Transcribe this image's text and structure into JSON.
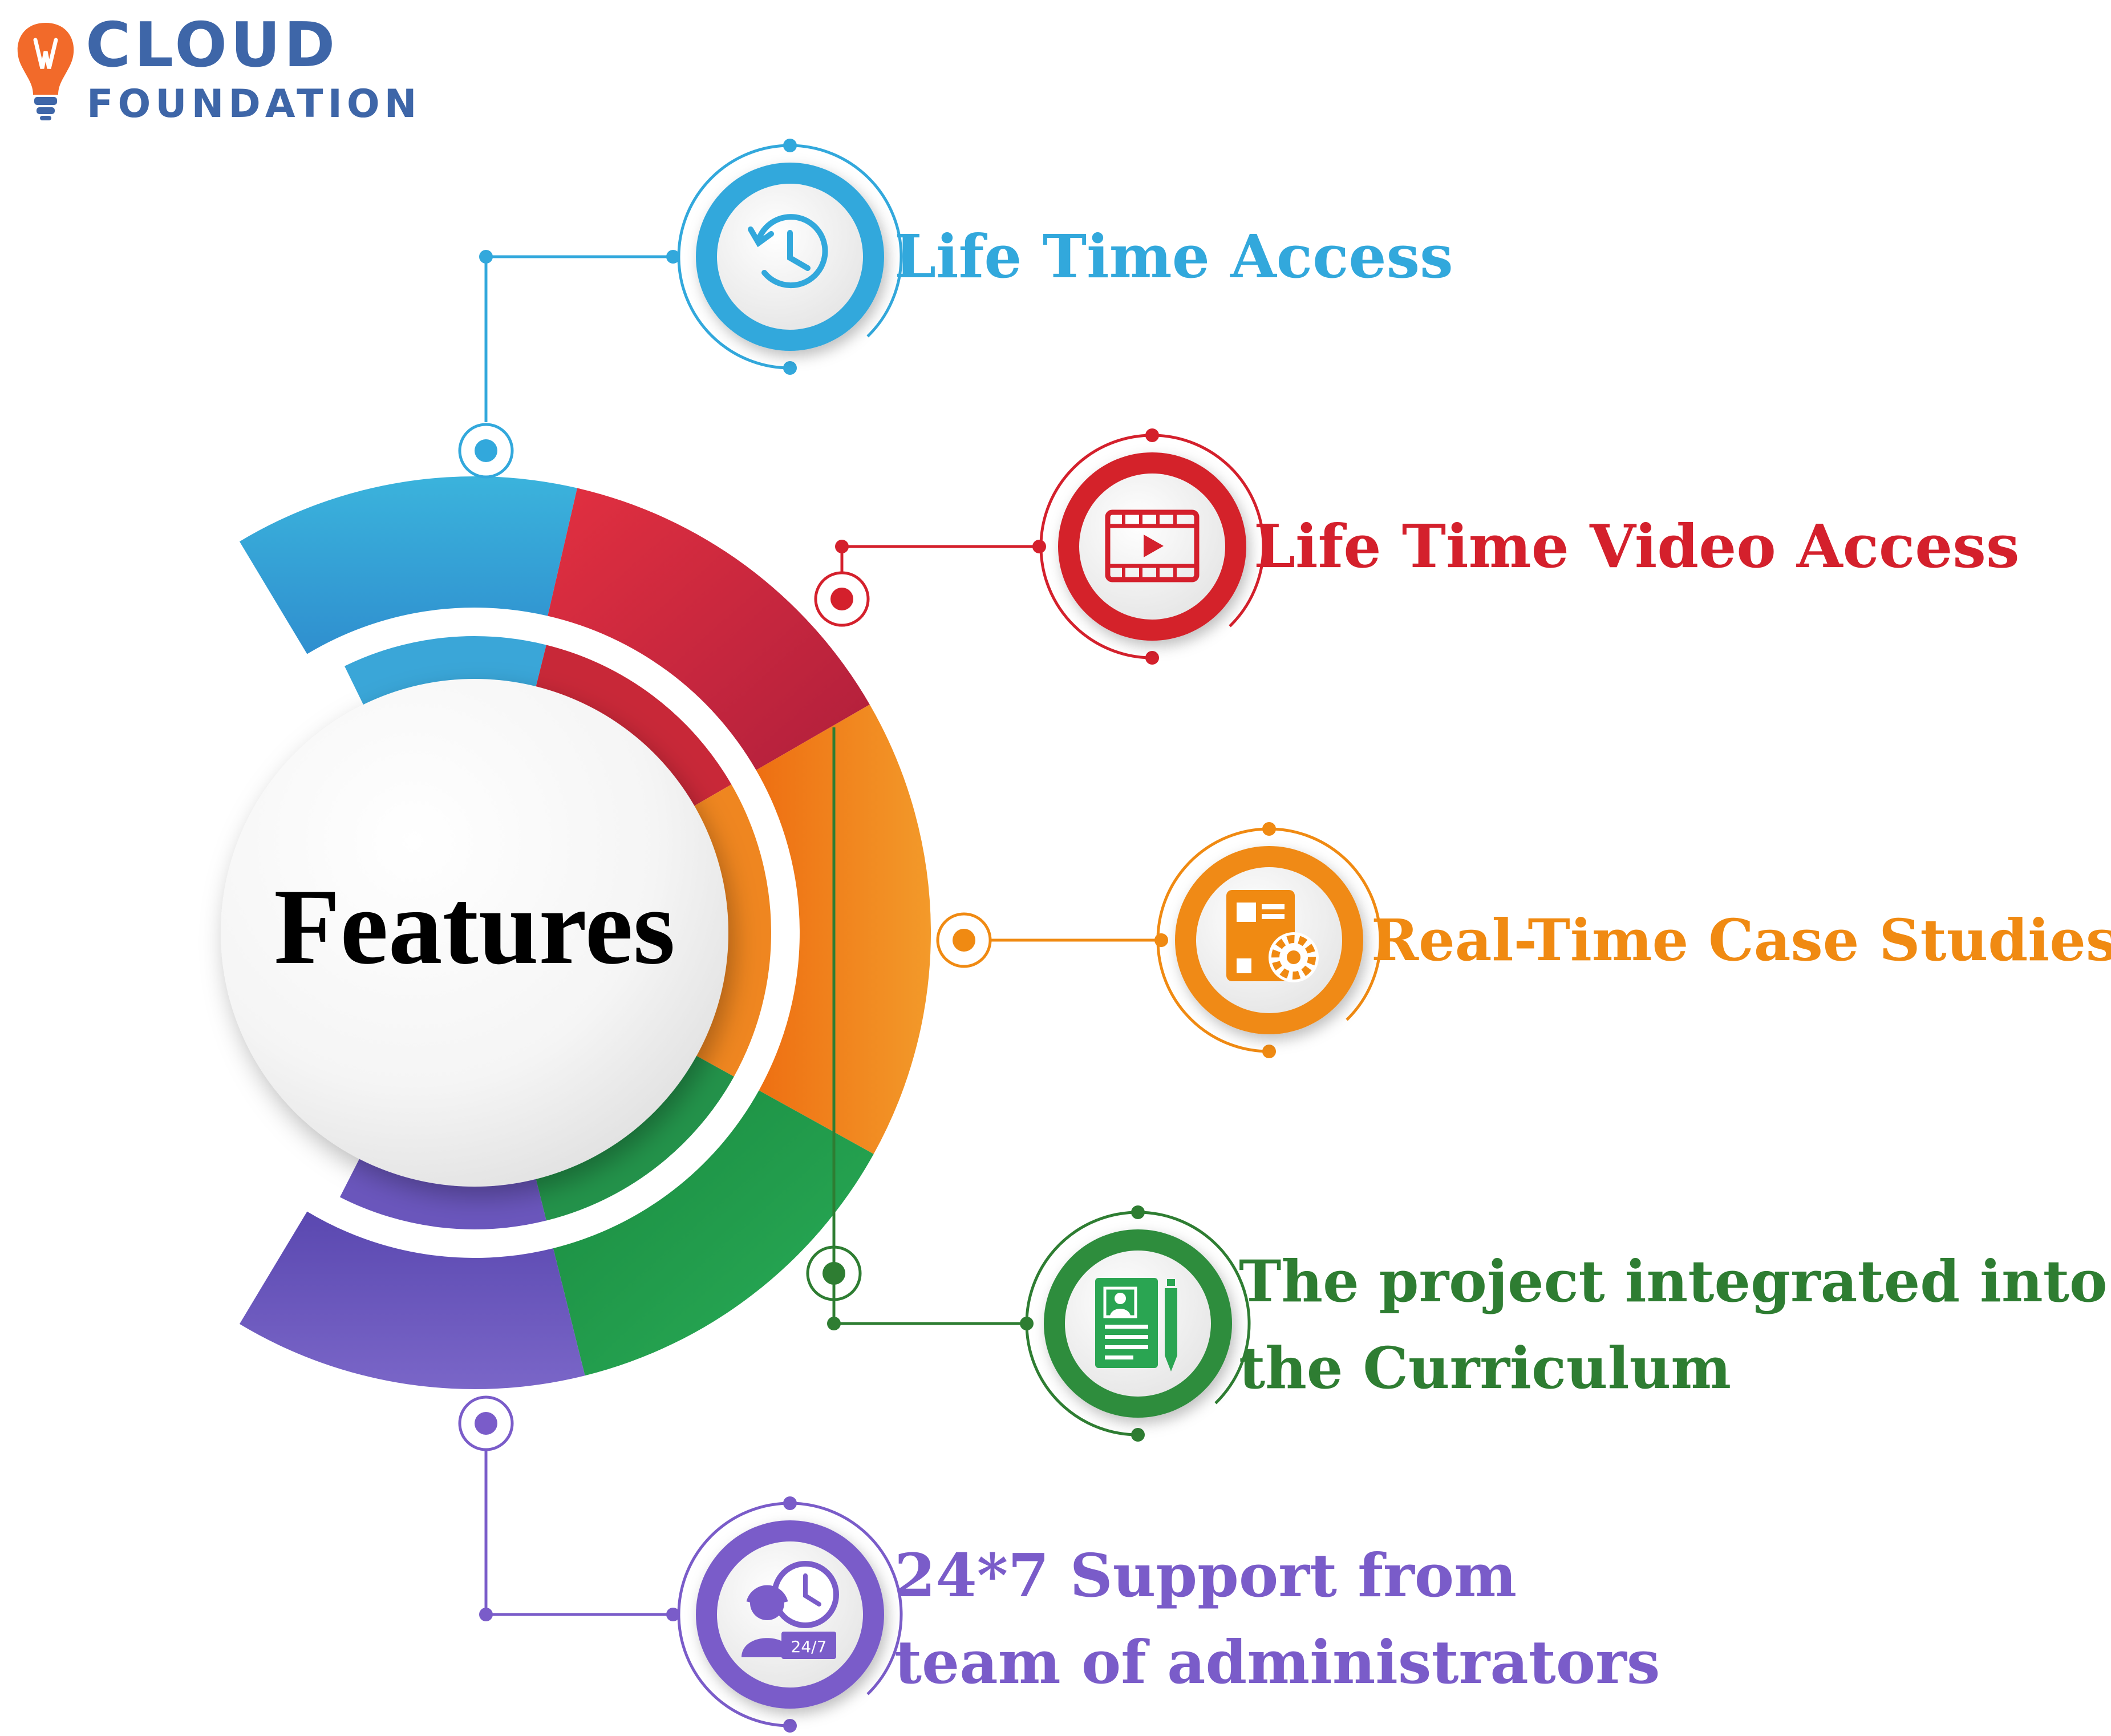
{
  "logo": {
    "line1": "CLOUD",
    "line2": "FOUNDATION",
    "colors": {
      "text": "#3e66a8",
      "bulb": "#f26a2a"
    }
  },
  "center": {
    "title": "Features"
  },
  "features": [
    {
      "label": "Life Time Access",
      "icon": "clock-history-icon",
      "color": "#32a8dc"
    },
    {
      "label": "Life Time Video Access",
      "icon": "video-play-icon",
      "color": "#d4202c"
    },
    {
      "label": "Real-Time Case Studies",
      "icon": "case-study-gear-icon",
      "color": "#f08a12"
    },
    {
      "label_line1": "The project integrated into",
      "label_line2": "the Curriculum",
      "icon": "document-profile-pen-icon",
      "color": "#2e7d32"
    },
    {
      "label_line1": "24*7 Support from",
      "label_line2": "team of administrators",
      "badge_text": "24/7",
      "icon": "support-agent-clock-icon",
      "color": "#7a5cc9"
    }
  ]
}
